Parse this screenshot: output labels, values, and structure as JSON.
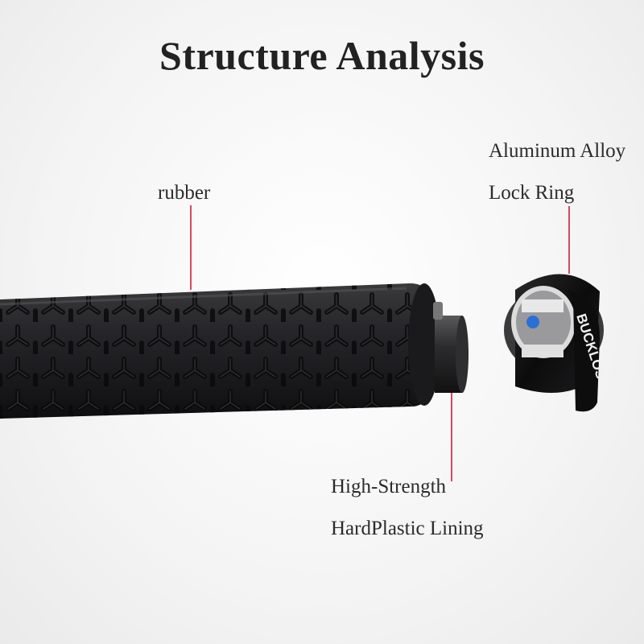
{
  "title": "Structure Analysis",
  "labels": {
    "rubber": "rubber",
    "alloy_line1": "Aluminum Alloy",
    "alloy_line2": "Lock Ring",
    "lining_line1": "High-Strength",
    "lining_line2": "HardPlastic Lining"
  },
  "ring_brand_text": "BUCKLOS",
  "colors": {
    "leader_line": "#c8102e",
    "grip": "#1c1c1e",
    "ring": "#111111",
    "accent_blue": "#2a6fd6"
  }
}
